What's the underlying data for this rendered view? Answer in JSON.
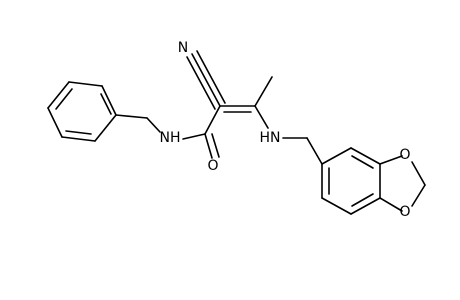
{
  "labels": {
    "cyano_n": "N",
    "amide_nh": "NH",
    "amide_o": "O",
    "amine_hn": "HN",
    "ring_o_top": "O",
    "ring_o_bottom": "O"
  }
}
